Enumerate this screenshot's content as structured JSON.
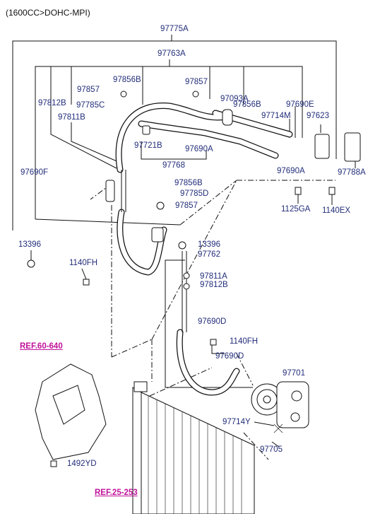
{
  "header": "(1600CC>DOHC-MPI)",
  "labels": [
    {
      "id": "97775A",
      "text": "97775A"
    },
    {
      "id": "97763A",
      "text": "97763A"
    },
    {
      "id": "97856B_a",
      "text": "97856B"
    },
    {
      "id": "97857_a",
      "text": "97857"
    },
    {
      "id": "97785C",
      "text": "97785C"
    },
    {
      "id": "97812B_a",
      "text": "97812B"
    },
    {
      "id": "97811B",
      "text": "97811B"
    },
    {
      "id": "97857_b",
      "text": "97857"
    },
    {
      "id": "97093A",
      "text": "97093A"
    },
    {
      "id": "97856B_b",
      "text": "97856B"
    },
    {
      "id": "97690E",
      "text": "97690E"
    },
    {
      "id": "97714M",
      "text": "97714M"
    },
    {
      "id": "97623",
      "text": "97623"
    },
    {
      "id": "97721B",
      "text": "97721B"
    },
    {
      "id": "97690A_a",
      "text": "97690A"
    },
    {
      "id": "97768",
      "text": "97768"
    },
    {
      "id": "97690F",
      "text": "97690F"
    },
    {
      "id": "97690A_b",
      "text": "97690A"
    },
    {
      "id": "97788A",
      "text": "97788A"
    },
    {
      "id": "97856B_c",
      "text": "97856B"
    },
    {
      "id": "97785D",
      "text": "97785D"
    },
    {
      "id": "97857_c",
      "text": "97857"
    },
    {
      "id": "1125GA",
      "text": "1125GA"
    },
    {
      "id": "1140EX",
      "text": "1140EX"
    },
    {
      "id": "13396_a",
      "text": "13396"
    },
    {
      "id": "13396_b",
      "text": "13396"
    },
    {
      "id": "97762",
      "text": "97762"
    },
    {
      "id": "1140FH_a",
      "text": "1140FH"
    },
    {
      "id": "97811A",
      "text": "97811A"
    },
    {
      "id": "97812B_b",
      "text": "97812B"
    },
    {
      "id": "97690D_a",
      "text": "97690D"
    },
    {
      "id": "1140FH_b",
      "text": "1140FH"
    },
    {
      "id": "97690D_b",
      "text": "97690D"
    },
    {
      "id": "97701",
      "text": "97701"
    },
    {
      "id": "97714Y",
      "text": "97714Y"
    },
    {
      "id": "97705",
      "text": "97705"
    },
    {
      "id": "1492YD",
      "text": "1492YD"
    }
  ],
  "refs": {
    "ref_60_640": "REF.60-640",
    "ref_25_253": "REF.25-253"
  },
  "colors": {
    "label": "#222d7a",
    "line": "#111111",
    "ref": "#c0129a"
  }
}
